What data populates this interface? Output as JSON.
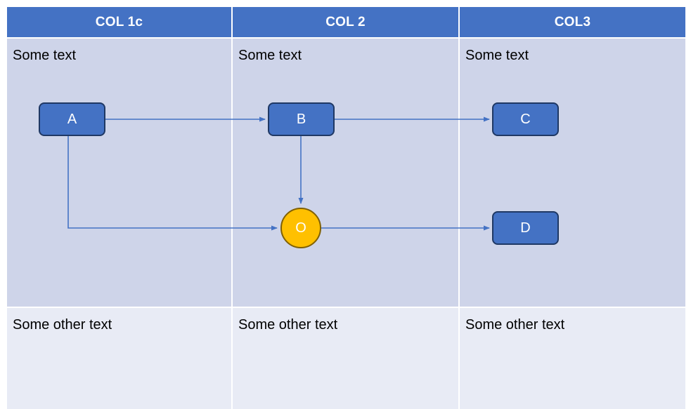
{
  "table": {
    "columns": [
      {
        "header": "COL 1c",
        "top_text": "Some text",
        "bottom_text": "Some other text"
      },
      {
        "header": "COL 2",
        "top_text": "Some text",
        "bottom_text": "Some other text"
      },
      {
        "header": "COL3",
        "top_text": "Some text",
        "bottom_text": "Some other text"
      }
    ]
  },
  "diagram": {
    "nodes": [
      {
        "id": "A",
        "label": "A",
        "shape": "rounded-rect",
        "column": "COL 1c"
      },
      {
        "id": "B",
        "label": "B",
        "shape": "rounded-rect",
        "column": "COL 2"
      },
      {
        "id": "C",
        "label": "C",
        "shape": "rounded-rect",
        "column": "COL3"
      },
      {
        "id": "O",
        "label": "O",
        "shape": "circle",
        "column": "COL 2"
      },
      {
        "id": "D",
        "label": "D",
        "shape": "rounded-rect",
        "column": "COL3"
      }
    ],
    "edges": [
      {
        "from": "A",
        "to": "B",
        "style": "straight-arrow"
      },
      {
        "from": "B",
        "to": "C",
        "style": "straight-arrow"
      },
      {
        "from": "B",
        "to": "O",
        "style": "straight-arrow"
      },
      {
        "from": "A",
        "to": "O",
        "style": "elbow-arrow"
      },
      {
        "from": "O",
        "to": "D",
        "style": "straight-arrow"
      }
    ]
  },
  "colors": {
    "header_fill": "#4472C4",
    "node_fill": "#4472C4",
    "node_border": "#1F3864",
    "circle_fill": "#FFC000",
    "circle_border": "#806000",
    "row_mid_fill": "#CED4E9",
    "row_bottom_fill": "#E8EBF5",
    "connector": "#4472C4",
    "text_light": "#FFFFFF",
    "text_dark": "#000000"
  }
}
